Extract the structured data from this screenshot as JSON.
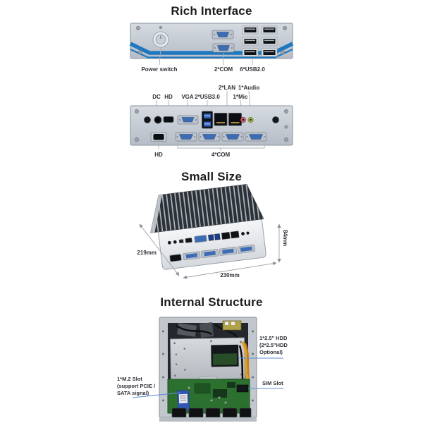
{
  "rich_interface": {
    "title": "Rich Interface",
    "front_panel": {
      "power_label": "Power switch",
      "com_label": "2*COM",
      "usb_label": "6*USB2.0"
    },
    "rear_panel": {
      "dc_label": "DC",
      "hd_top_label": "HD",
      "vga_label": "VGA",
      "usb3_label": "2*USB3.0",
      "lan_label": "2*LAN",
      "mic_label": "1*Mic",
      "audio_label": "1*Audio",
      "hd_bottom_label": "HD",
      "com_label": "4*COM"
    }
  },
  "small_size": {
    "title": "Small Size",
    "depth_label": "219mm",
    "width_label": "230mm",
    "height_label": "84mm"
  },
  "internal_structure": {
    "title": "Internal Structure",
    "hdd_label_line1": "1*2.5\" HDD",
    "hdd_label_line2": "(2*2.5\"HDD",
    "hdd_label_line3": "Optional)",
    "m2_label_line1": "1*M.2 Slot",
    "m2_label_line2": "(support PCIE /",
    "m2_label_line3": "SATA signal)",
    "sim_label": "SIM Slot"
  },
  "colors": {
    "accent_blue": "#1e78c0",
    "port_blue": "#3d6cb3",
    "leader_blue": "#5b8dd6",
    "pcb_green": "#2c7030"
  }
}
